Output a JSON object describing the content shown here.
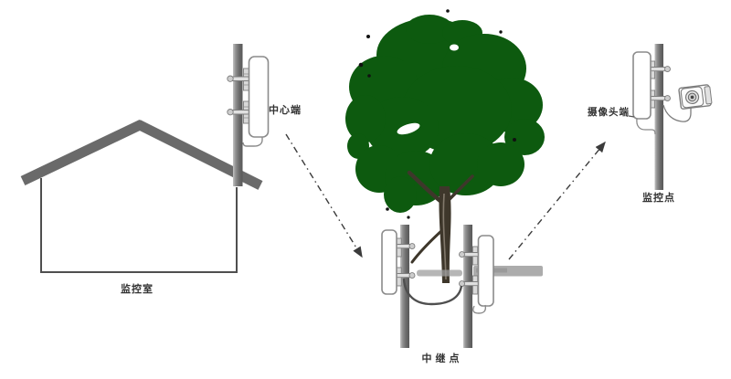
{
  "diagram": {
    "background": "#ffffff",
    "stations": {
      "center": {
        "label": "中心端",
        "building_label": "监控室"
      },
      "relay": {
        "label": "中继点"
      },
      "camera": {
        "label": "摄像头端",
        "site_label": "监控点"
      }
    },
    "links": [
      {
        "from": "中心端",
        "to": "中继点",
        "style": "dash-dot-arrow"
      },
      {
        "from": "中继点",
        "to": "摄像头端",
        "style": "dash-dot-arrow"
      }
    ],
    "colors": {
      "tree_green": "#0d5a0f",
      "roof_gray": "#6a6a6a",
      "wall_gray": "#4f4f4f",
      "outline_gray": "#7d7d7d",
      "trunk_brown": "#3e372b",
      "trunk_light": "#8a8173",
      "shadow_gray": "#9e9e9e",
      "arrow_dark": "#3b3b3b",
      "text_dark": "#333333",
      "device_white": "#ffffff"
    }
  }
}
